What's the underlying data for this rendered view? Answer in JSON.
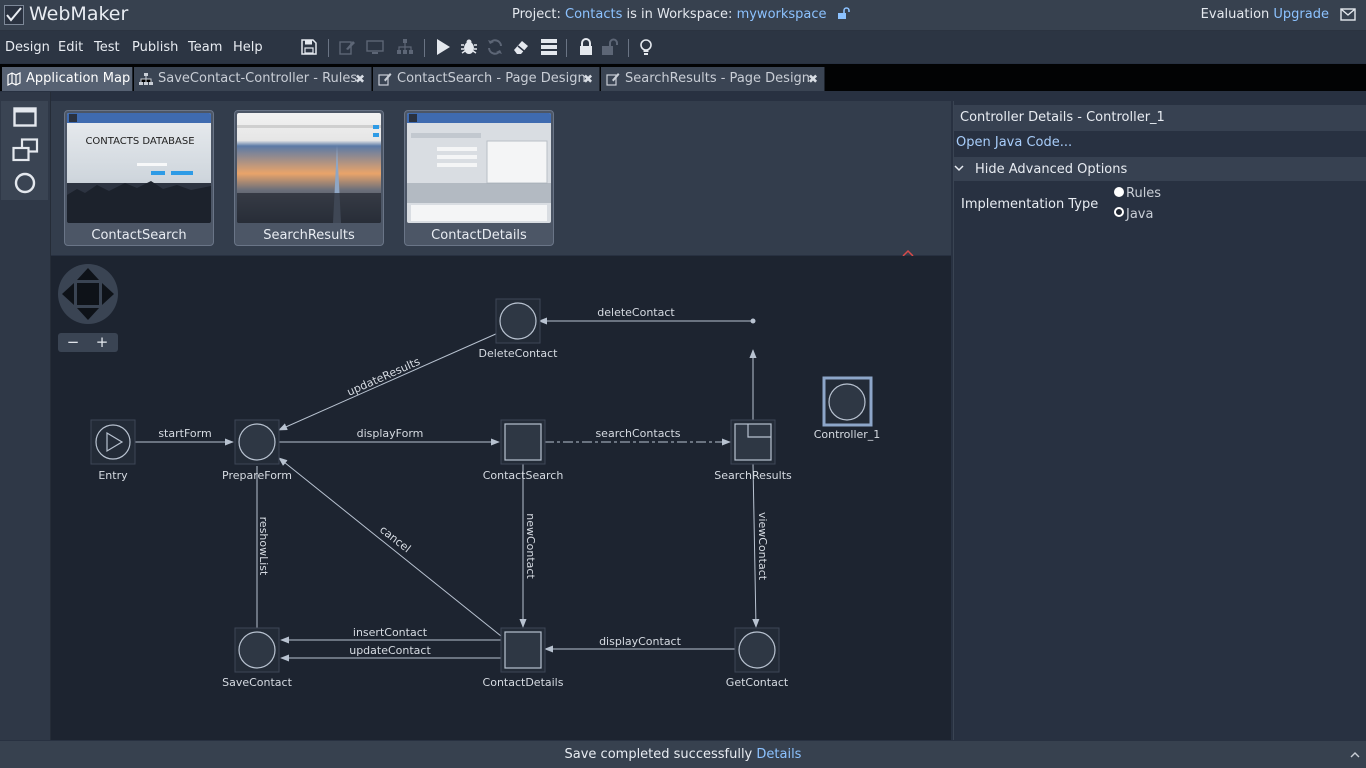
{
  "app": {
    "title": "WebMaker"
  },
  "header": {
    "project_prefix": "Project:",
    "project_name": "Contacts",
    "workspace_text": "is in Workspace:",
    "workspace_name": "myworkspace",
    "evaluation": "Evaluation",
    "upgrade": "Upgrade"
  },
  "menu": [
    "Design",
    "Edit",
    "Test",
    "Publish",
    "Team",
    "Help"
  ],
  "tabs": [
    {
      "label": "Application Map",
      "active": true,
      "closable": false
    },
    {
      "label": "SaveContact-Controller - Rules",
      "active": false,
      "closable": true
    },
    {
      "label": "ContactSearch - Page Design",
      "active": false,
      "closable": true
    },
    {
      "label": "SearchResults - Page Design",
      "active": false,
      "closable": true
    }
  ],
  "thumbnails": [
    {
      "label": "ContactSearch",
      "caption": "CONTACTS DATABASE"
    },
    {
      "label": "SearchResults"
    },
    {
      "label": "ContactDetails"
    }
  ],
  "diagram": {
    "nodes": {
      "entry": "Entry",
      "prepare_form": "PrepareForm",
      "delete_contact": "DeleteContact",
      "contact_search": "ContactSearch",
      "search_results": "SearchResults",
      "controller_1": "Controller_1",
      "save_contact": "SaveContact",
      "contact_details": "ContactDetails",
      "get_contact": "GetContact"
    },
    "edges": {
      "start_form": "startForm",
      "display_form": "displayForm",
      "search_contacts": "searchContacts",
      "delete_contact": "deleteContact",
      "update_results": "updateResults",
      "reshow_list": "reshowList",
      "cancel": "cancel",
      "new_contact": "newContact",
      "view_contact": "viewContact",
      "insert_contact": "insertContact",
      "update_contact": "updateContact",
      "display_contact": "displayContact"
    },
    "zoom": {
      "minus": "−",
      "plus": "+"
    }
  },
  "details": {
    "title": "Controller Details - Controller_1",
    "open_java": "Open Java Code...",
    "advanced": "Hide Advanced Options",
    "impl_label": "Implementation Type",
    "options": [
      "Rules",
      "Java"
    ],
    "selected": "Java"
  },
  "status": {
    "message": "Save completed successfully",
    "details": "Details"
  },
  "colors": {
    "accent_link": "#8cc2ff",
    "canvas": "#1d2430",
    "node_fill": "#2e3744",
    "edge": "#b8c2d0",
    "chevron": "#d84a4a"
  }
}
